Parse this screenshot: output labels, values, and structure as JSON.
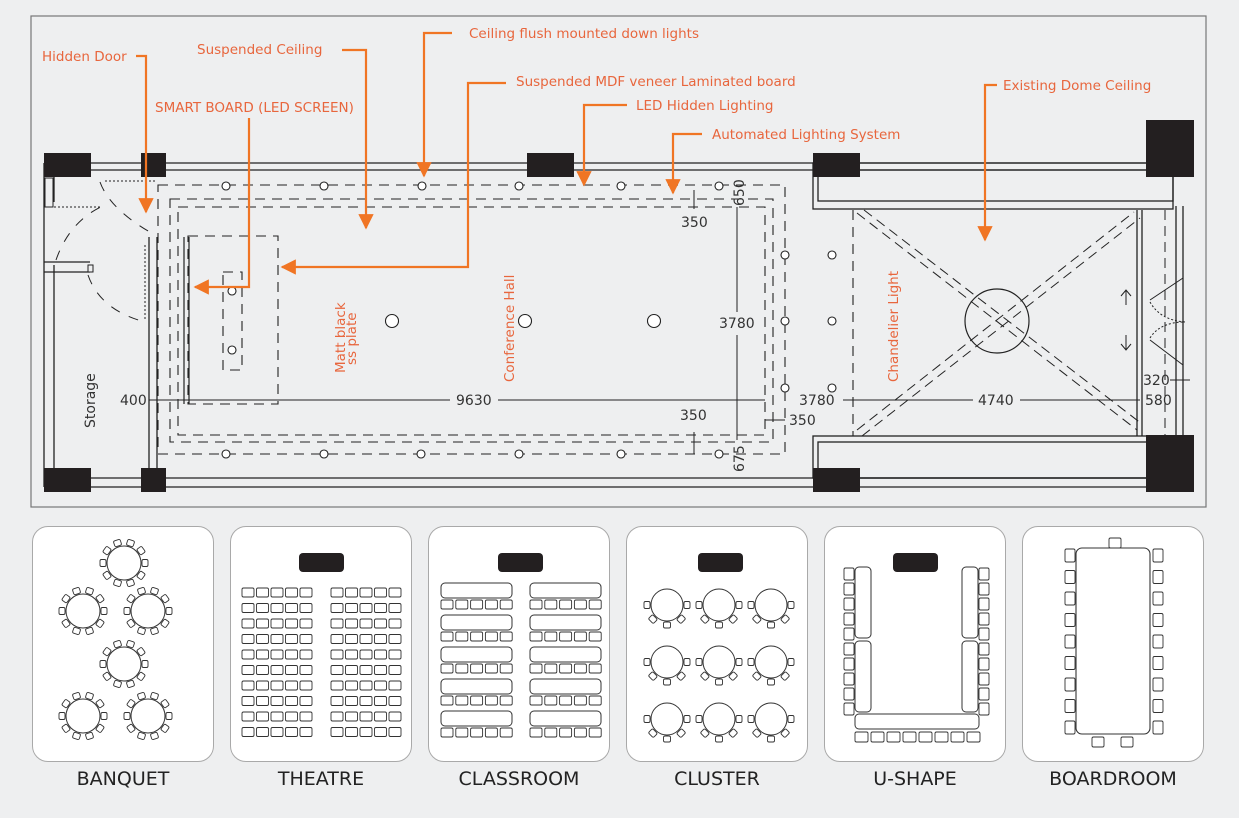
{
  "plan": {
    "title": "Conference Hall",
    "room_labels": {
      "storage": "Storage",
      "conference_hall": "Conference Hall",
      "matt_black_line1": "Matt black",
      "matt_black_line2": "ss plate",
      "chandelier": "Chandelier Light"
    },
    "annotations": {
      "hidden_door": "Hidden Door",
      "suspended_ceiling": "Suspended Ceiling",
      "smart_board": "SMART BOARD (LED SCREEN)",
      "ceiling_lights": "Ceiling flush mounted down lights",
      "mdf_board": "Suspended MDF veneer Laminated board",
      "led_hidden": "LED Hidden Lighting",
      "automated_lighting": "Automated Lighting System",
      "dome_ceiling": "Existing Dome Ceiling"
    },
    "dimensions": {
      "d400": "400",
      "d9630": "9630",
      "d3780_v": "3780",
      "d3780_h": "3780",
      "d4740": "4740",
      "d350_top": "350",
      "d350_bottom": "350",
      "d350_right": "350",
      "d650": "650",
      "d675": "675",
      "d320": "320",
      "d580": "580"
    },
    "colors": {
      "annotation": "#e8663d",
      "arrow": "#f07524",
      "line": "#222222",
      "wall": "#231f20"
    }
  },
  "layouts": [
    {
      "label": "BANQUET"
    },
    {
      "label": "THEATRE"
    },
    {
      "label": "CLASSROOM"
    },
    {
      "label": "CLUSTER"
    },
    {
      "label": "U-SHAPE"
    },
    {
      "label": "BOARDROOM"
    }
  ]
}
